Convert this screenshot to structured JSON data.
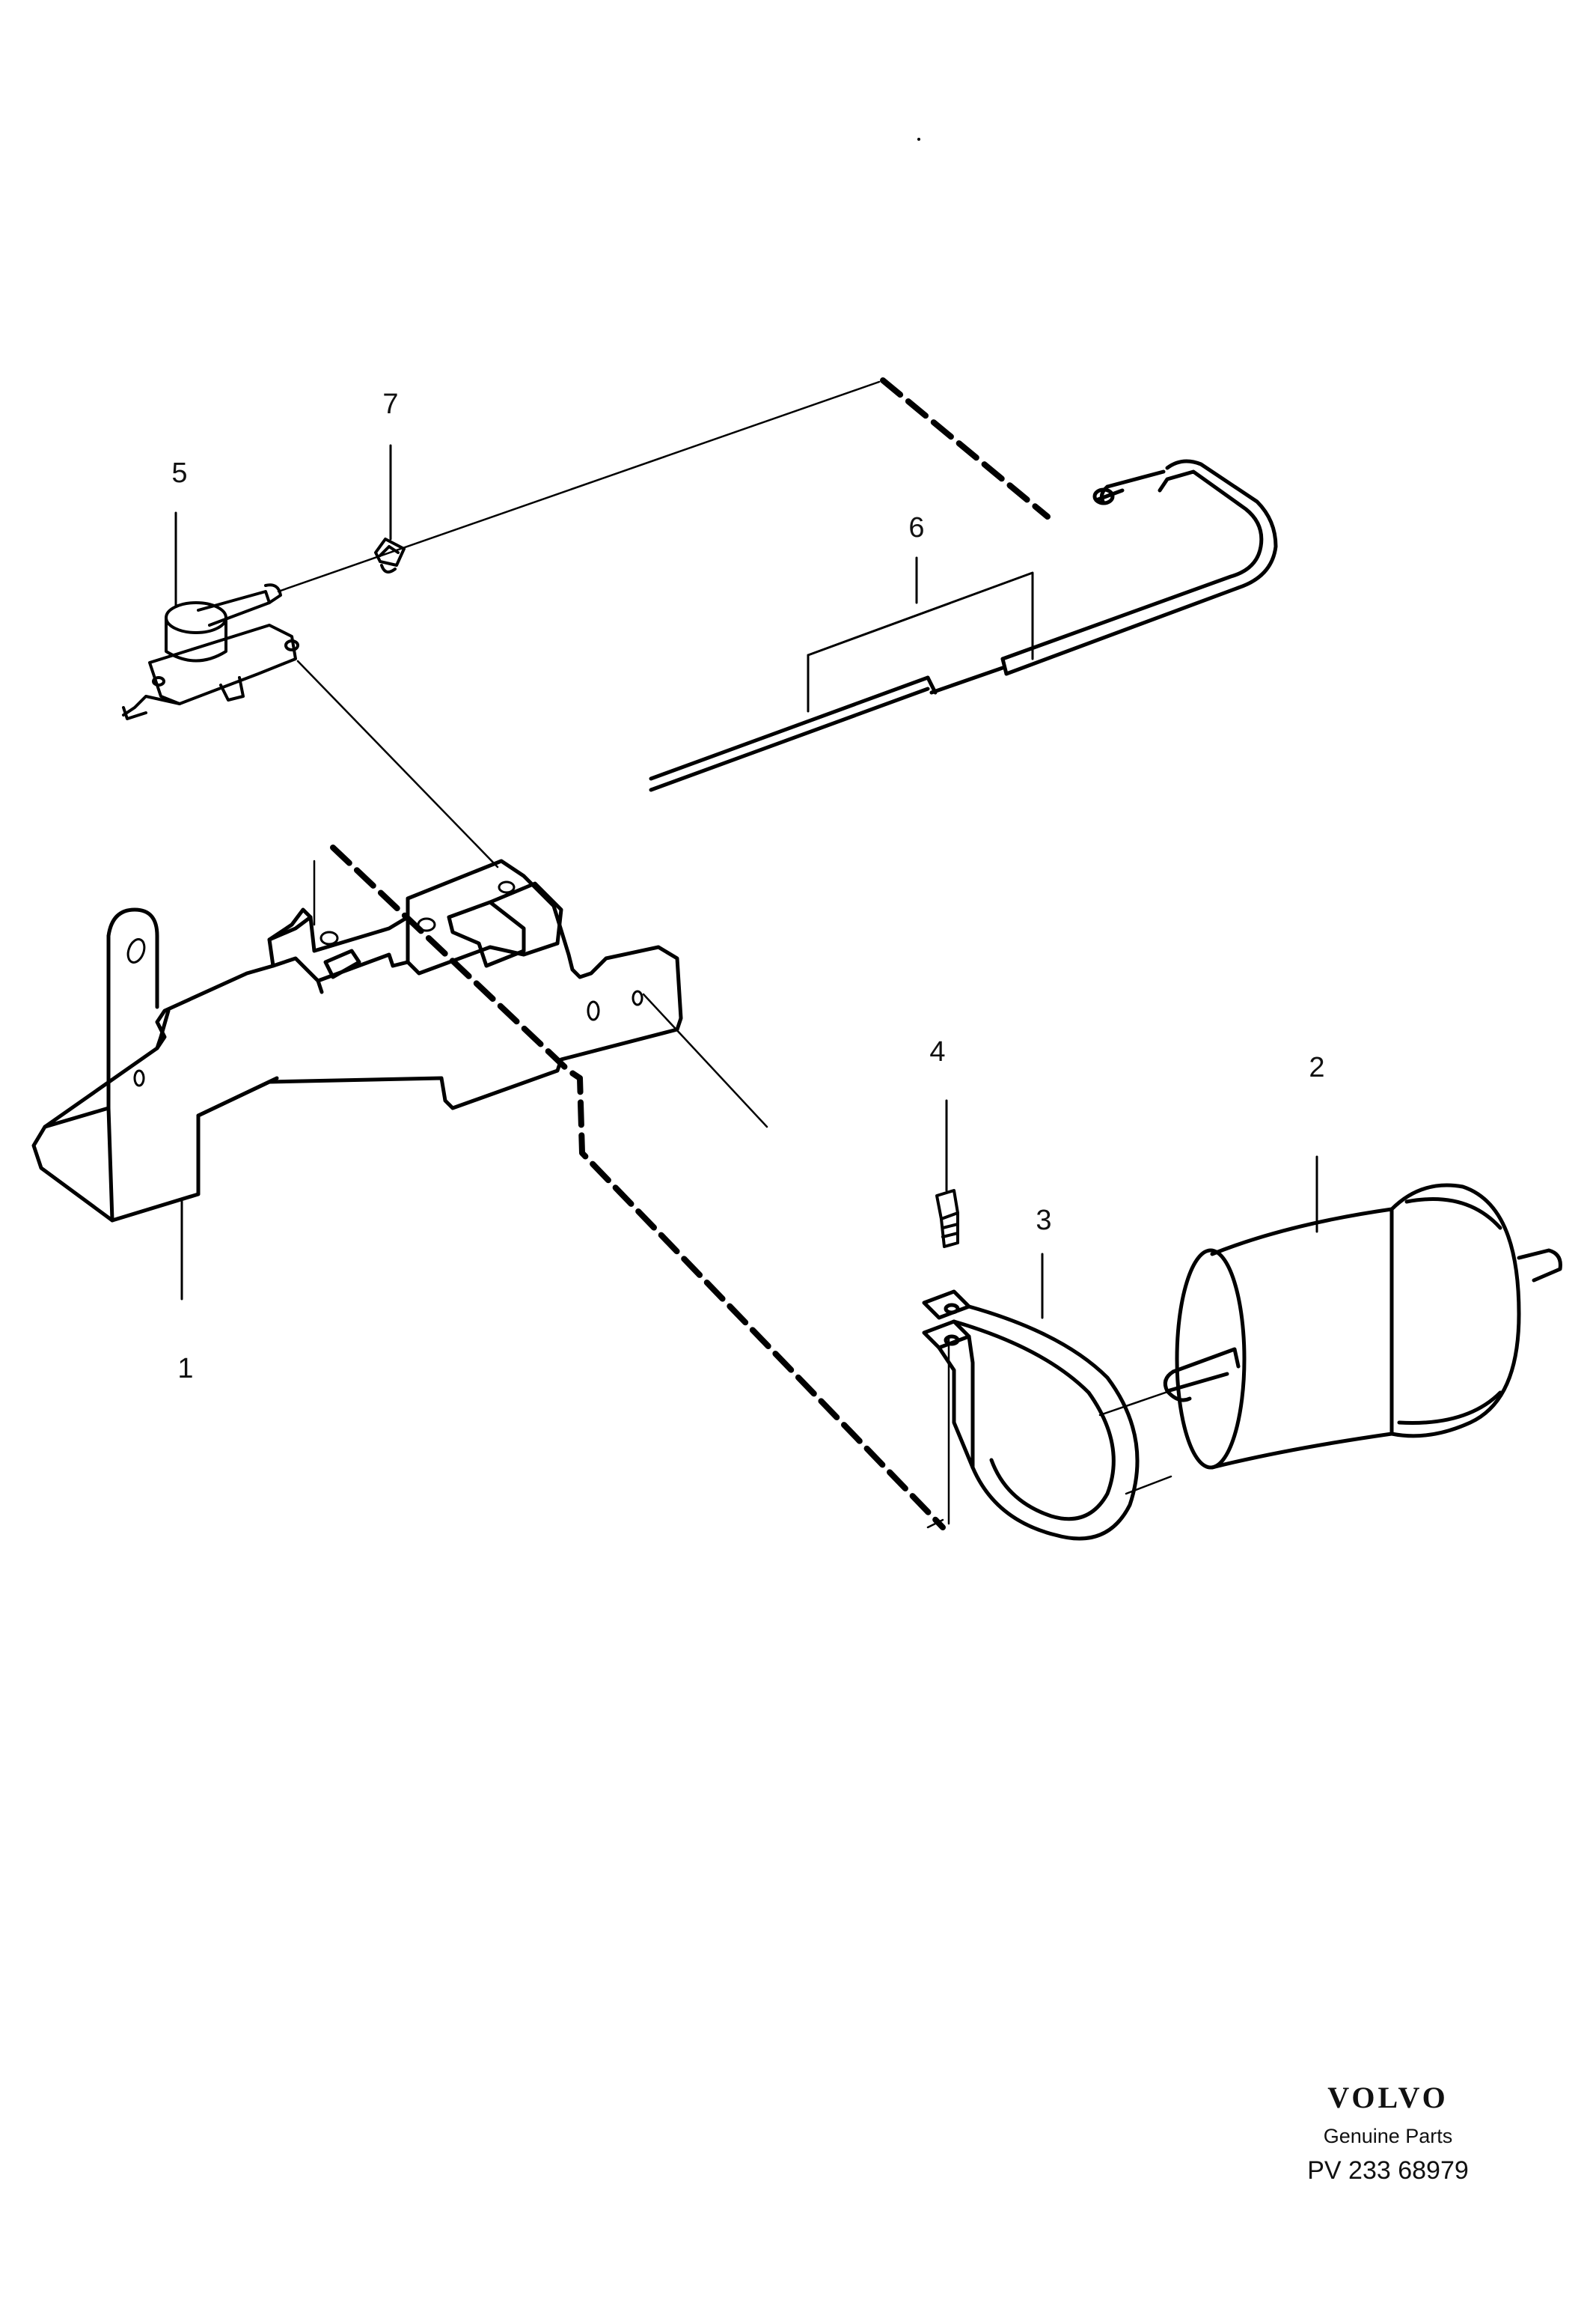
{
  "diagram": {
    "callouts": {
      "c1": "1",
      "c2": "2",
      "c3": "3",
      "c4": "4",
      "c5": "5",
      "c6": "6",
      "c7": "7"
    }
  },
  "footer": {
    "brand": "VOLVO",
    "subtitle": "Genuine Parts",
    "code": "PV 233 68979"
  }
}
